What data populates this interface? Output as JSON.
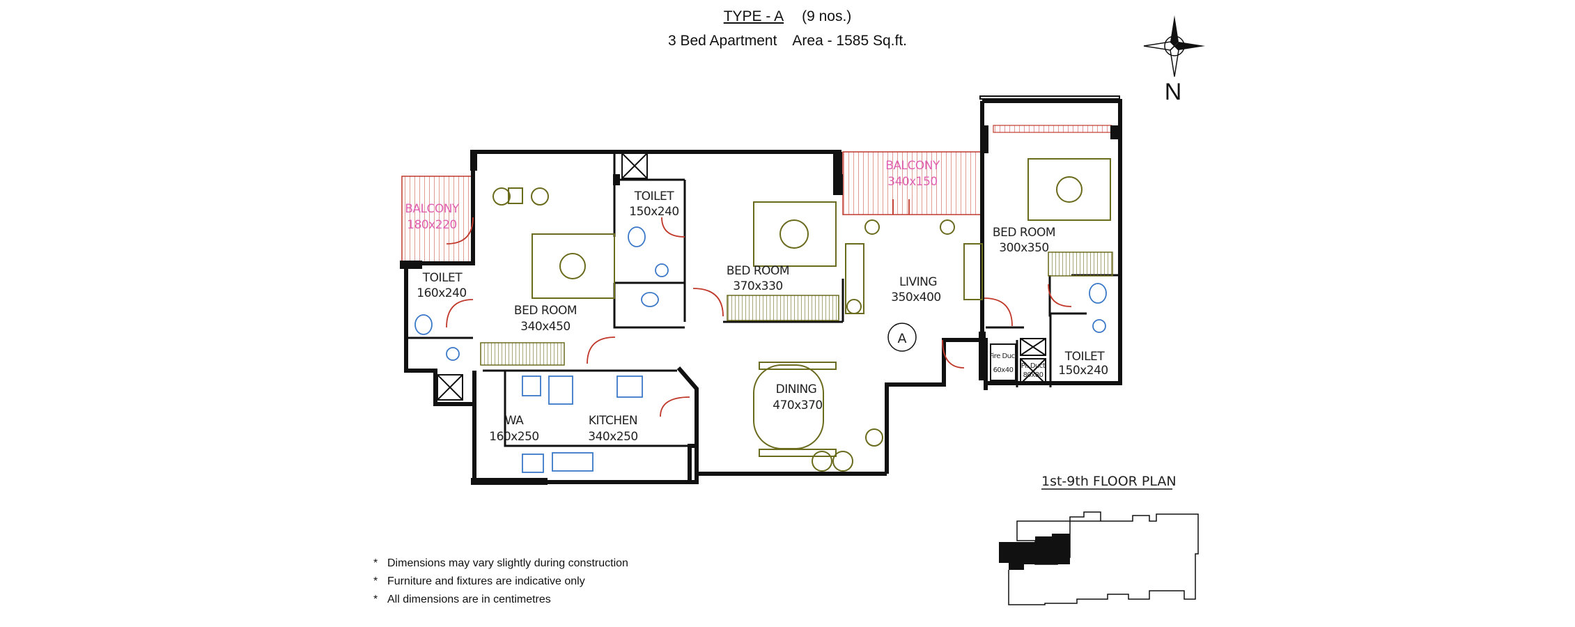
{
  "header": {
    "type_label": "TYPE - A",
    "units": "(9 nos.)",
    "apartment": "3 Bed Apartment",
    "area": "Area - 1585 Sq.ft."
  },
  "compass": {
    "label": "N"
  },
  "rooms": [
    {
      "name": "BALCONY",
      "size": "180x220"
    },
    {
      "name": "TOILET",
      "size": "160x240"
    },
    {
      "name": "BED ROOM",
      "size": "340x450"
    },
    {
      "name": "TOILET",
      "size": "150x240"
    },
    {
      "name": "BED ROOM",
      "size": "370x330"
    },
    {
      "name": "BALCONY",
      "size": "340x150"
    },
    {
      "name": "LIVING",
      "size": "350x400"
    },
    {
      "name": "BED ROOM",
      "size": "300x350"
    },
    {
      "name": "TOILET",
      "size": "150x240"
    },
    {
      "name": "WA",
      "size": "160x250"
    },
    {
      "name": "KITCHEN",
      "size": "340x250"
    },
    {
      "name": "DINING",
      "size": "470x370"
    },
    {
      "name": "Fire Duct",
      "size": "60x40"
    },
    {
      "name": "Pl. Duct",
      "size": "80x80"
    }
  ],
  "unit_marker": "A",
  "floor_plan_label": "1st-9th FLOOR PLAN",
  "notes": [
    "Dimensions may vary slightly during construction",
    "Furniture and fixtures are indicative only",
    "All dimensions are in centimetres"
  ],
  "colors": {
    "wall": "#111111",
    "balcony": "#c0392b",
    "furniture": "#6b6b1e",
    "fixture": "#3a78c8",
    "balcony_label": "#e060b0"
  }
}
